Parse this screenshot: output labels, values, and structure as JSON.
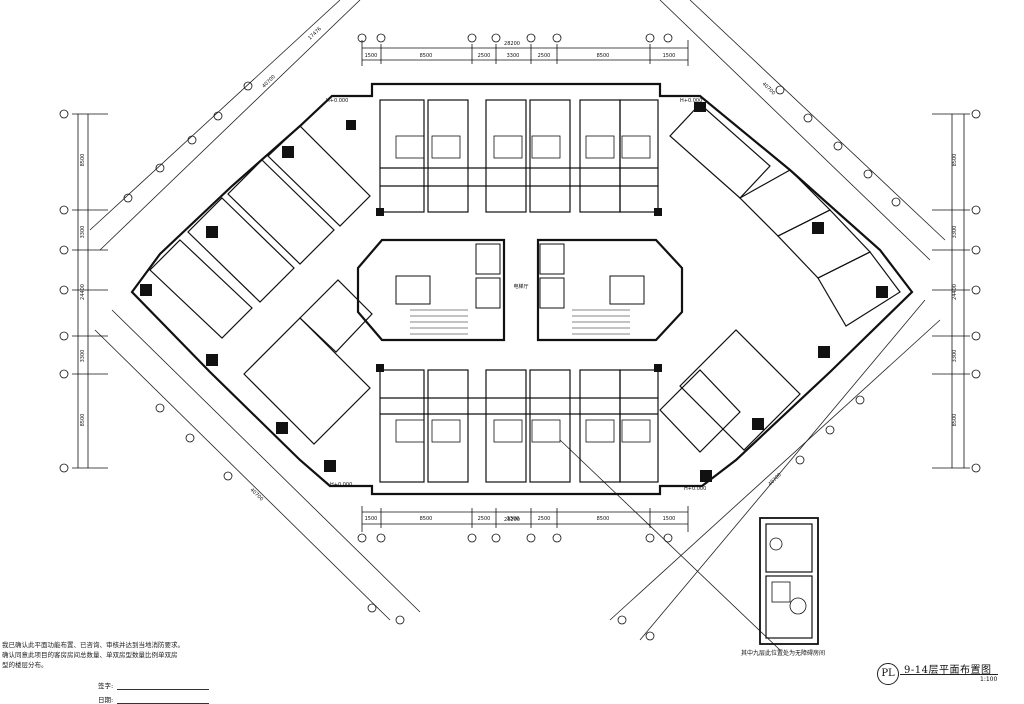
{
  "drawing": {
    "title": "9-14层平面布置图",
    "scale": "1:100",
    "symbol": "PL",
    "inset_caption": "其中九层此位置处为无障碍房间"
  },
  "note": {
    "line1": "我已确认此平面功能布置、已咨询、审核并达到当地消防要求。",
    "line2": "确认同意此项目的客房房间总数量、单双房型数量比例单双房",
    "line3": "型的楼层分布。",
    "sign_label": "签字:",
    "date_label": "日期:"
  },
  "dimensions": {
    "top_segments": [
      "1500",
      "8500",
      "2500",
      "3300",
      "2500",
      "8500",
      "1500"
    ],
    "top_total": "28200",
    "bottom_segments": [
      "1500",
      "8500",
      "2500",
      "3300",
      "2500",
      "8500",
      "1500"
    ],
    "bottom_total": "28200",
    "left_segments": [
      "8500",
      "3300",
      "3300",
      "8500"
    ],
    "left_total": "24400",
    "right_segments": [
      "8500",
      "3300",
      "3300",
      "8500"
    ],
    "right_total": "24400",
    "diagonal_upper_left": "40700",
    "diagonal_upper_right": "40700",
    "diagonal_lower_left": "40700",
    "diagonal_lower_right": "40700",
    "diagonal_long": "17476"
  },
  "levels": {
    "nw": "H+0.000",
    "ne": "H+0.000",
    "sw": "H+0.000",
    "se": "H+0.000"
  },
  "core_label": "电梯厅"
}
